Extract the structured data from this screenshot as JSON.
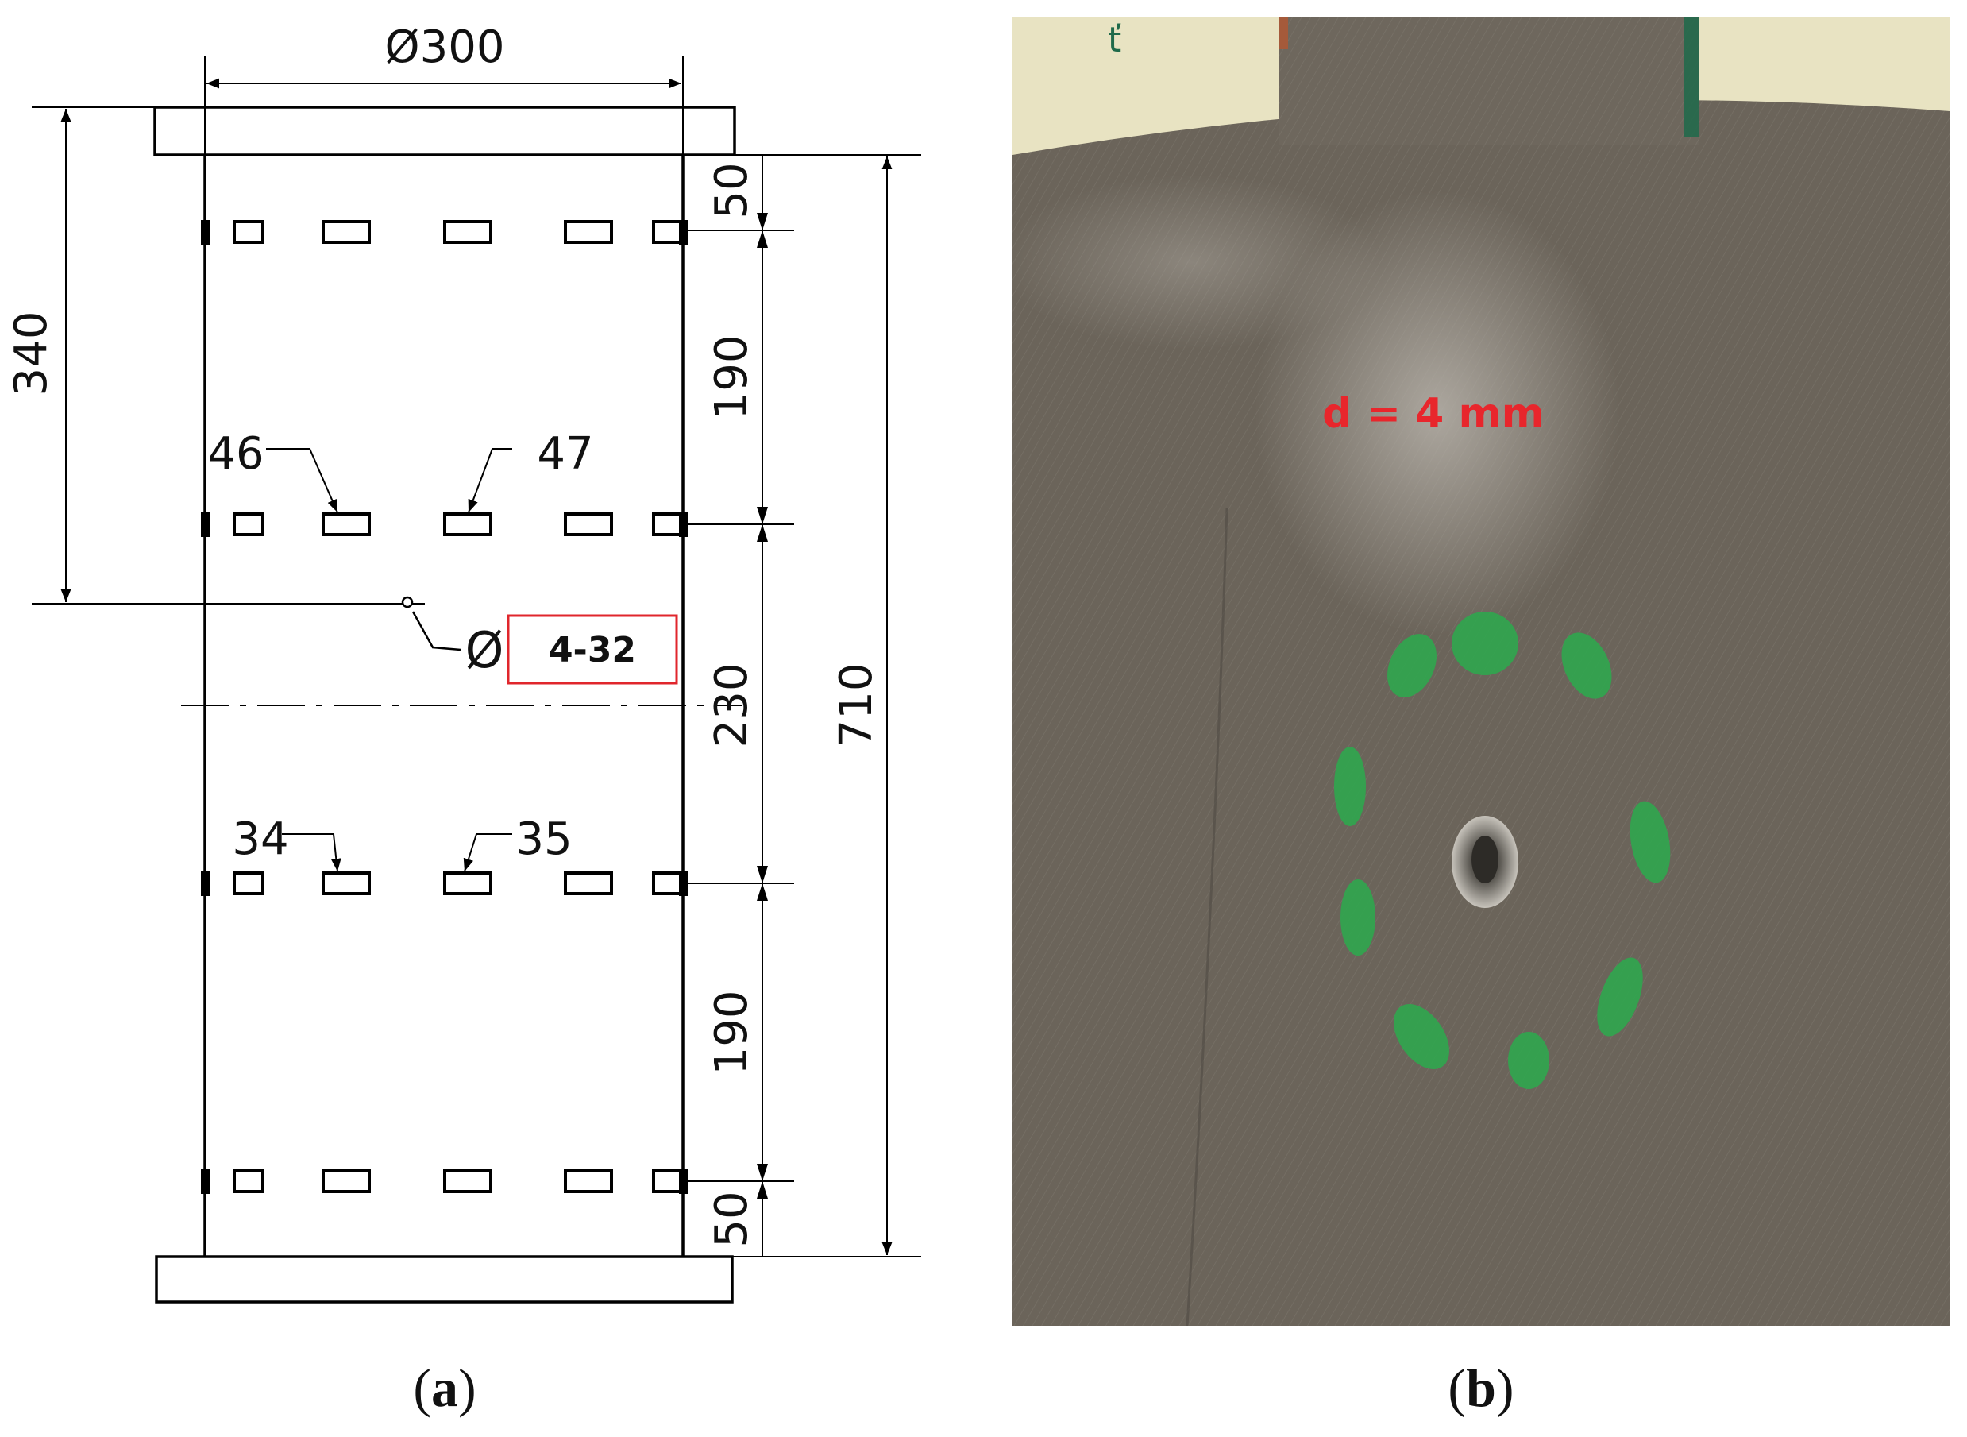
{
  "panel_a": {
    "dims": {
      "diameter": "Ø300",
      "height_340": "340",
      "seg_50_top": "50",
      "seg_190_top": "190",
      "seg_230": "230",
      "seg_190_bottom": "190",
      "seg_50_bottom": "50",
      "total_710": "710"
    },
    "gauges": {
      "g46": "46",
      "g47": "47",
      "g34": "34",
      "g35": "35"
    },
    "hole": {
      "symbol": "Ø",
      "spec": "4-32"
    },
    "caption": {
      "open": "(",
      "letter": "a",
      "close": ")"
    }
  },
  "panel_b": {
    "label": "d = 4 mm",
    "caption": {
      "open": "(",
      "letter": "b",
      "close": ")"
    }
  },
  "colors": {
    "line": "#000000",
    "highlight_box": "#e0262c",
    "photo_label": "#e8262c",
    "green_marks": "#2fa84f"
  }
}
